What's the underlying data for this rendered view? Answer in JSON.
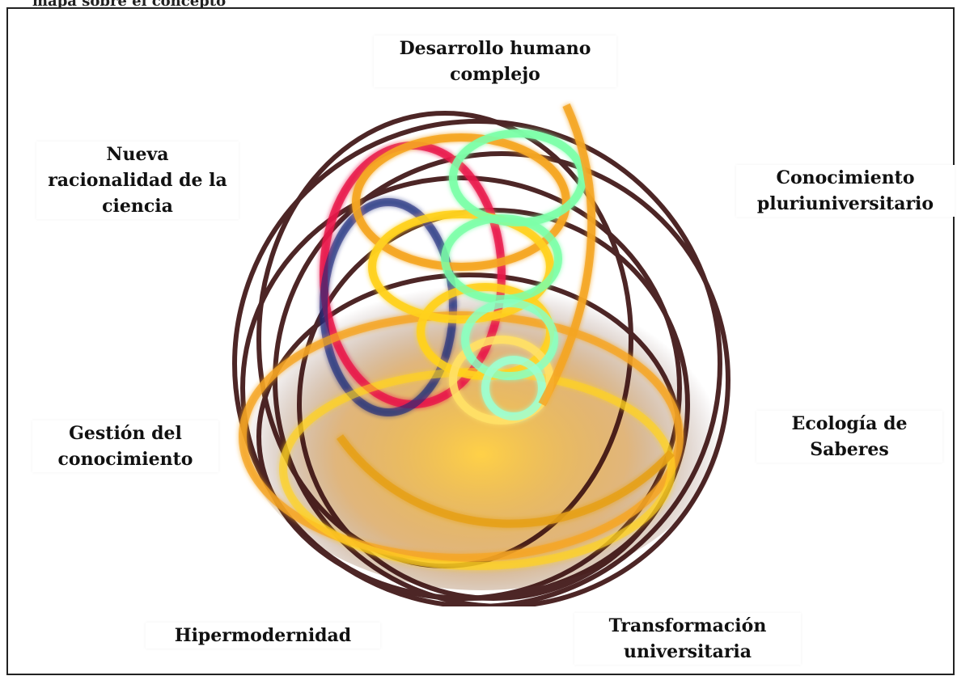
{
  "header_partial": "mapa sobre el concepto",
  "diagram": {
    "center": {
      "lines": [
        "Desarrollo humano",
        "complejo"
      ]
    },
    "top_left": {
      "lines": [
        "Nueva",
        "racionalidad de la",
        "ciencia"
      ]
    },
    "top_right": {
      "lines": [
        "Conocimiento",
        "pluriuniversitario"
      ]
    },
    "mid_left": {
      "lines": [
        "Gestión del",
        "conocimiento"
      ]
    },
    "mid_right": {
      "lines": [
        "Ecología de",
        "Saberes"
      ]
    },
    "bottom_left": {
      "lines": [
        "Hipermodernidad"
      ]
    },
    "bottom_right": {
      "lines": [
        "Transformación",
        "universitaria"
      ]
    }
  },
  "colors": {
    "dark_ring": "#3a0f0f",
    "orange": "#f5a623",
    "yellow": "#ffd21f",
    "green": "#7dffa8",
    "red": "#e8174a",
    "blue": "#1a2a7a"
  }
}
